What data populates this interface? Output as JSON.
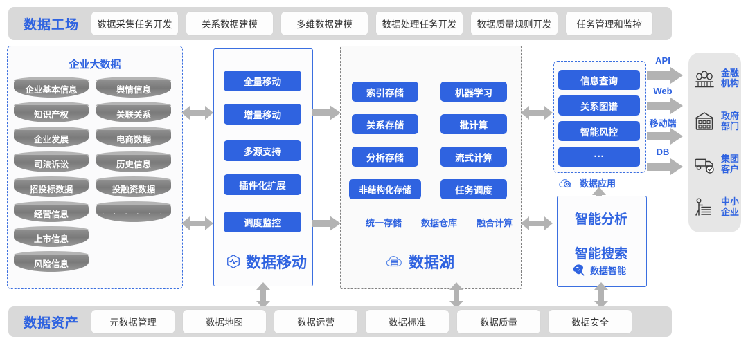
{
  "top_band": {
    "title": "数据工场",
    "chips": [
      "数据采集任务开发",
      "关系数据建模",
      "多维数据建模",
      "数据处理任务开发",
      "数据质量规则开发",
      "任务管理和监控"
    ]
  },
  "bottom_band": {
    "title": "数据资产",
    "chips": [
      "元数据管理",
      "数据地图",
      "数据运营",
      "数据标准",
      "数据质量",
      "数据安全"
    ]
  },
  "bigdata": {
    "heading": "企业大数据",
    "left_column": [
      "企业基本信息",
      "知识产权",
      "企业发展",
      "司法诉讼",
      "招投标数据",
      "经营信息",
      "上市信息",
      "风险信息"
    ],
    "right_column": [
      "舆情信息",
      "关联关系",
      "电商数据",
      "历史信息",
      "投融资数据",
      "· · · · · ·"
    ]
  },
  "data_movement": {
    "caption": "数据移动",
    "icon": "pulse-hexagon-icon",
    "items": [
      "全量移动",
      "增量移动",
      "多源支持",
      "插件化扩展",
      "调度监控"
    ]
  },
  "data_lake": {
    "caption": "数据湖",
    "icon": "cloud-server-icon",
    "storage_items": [
      "索引存储",
      "关系存储",
      "分析存储",
      "非结构化存储"
    ],
    "compute_items": [
      "机器学习",
      "批计算",
      "流式计算",
      "任务调度"
    ],
    "tags": [
      "统一存储",
      "数据仓库",
      "融合计算"
    ]
  },
  "data_app": {
    "caption": "数据应用",
    "icon": "cloud-gear-icon",
    "items": [
      "信息查询",
      "关系图谱",
      "智能风控",
      "···"
    ]
  },
  "data_intelligence": {
    "caption": "数据智能",
    "icon": "brain-icon",
    "lines": [
      "智能分析",
      "智能搜索"
    ]
  },
  "channels": [
    "API",
    "Web",
    "移动端",
    "DB"
  ],
  "customers": [
    {
      "label_line1": "金融",
      "label_line2": "机构",
      "icon": "bank-people-icon"
    },
    {
      "label_line1": "政府",
      "label_line2": "部门",
      "icon": "government-building-icon"
    },
    {
      "label_line1": "集团",
      "label_line2": "客户",
      "icon": "truck-check-icon"
    },
    {
      "label_line1": "中小",
      "label_line2": "企业",
      "icon": "person-document-icon"
    }
  ],
  "colors": {
    "brand_blue": "#2f63e0",
    "band_grey": "#d9d9d9",
    "arrow_grey": "#b3b3b3",
    "cylinder_grey": "#7a7a7a",
    "rail_grey": "#e6e6e6"
  }
}
